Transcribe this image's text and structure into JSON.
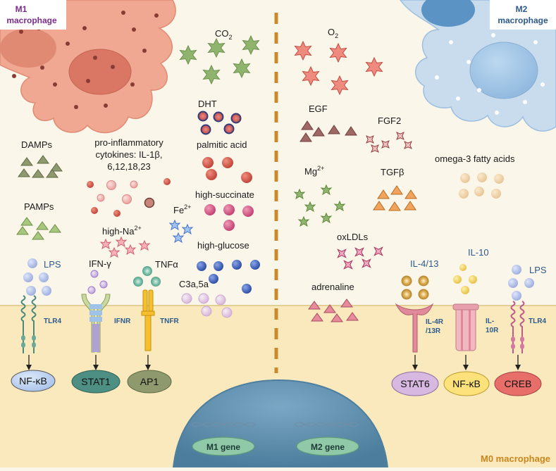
{
  "corner": {
    "m1": [
      "M1",
      "macrophage"
    ],
    "m2": [
      "M2",
      "macrophage"
    ],
    "m0": "M0 macrophage"
  },
  "left": {
    "damps": "DAMPs",
    "pamps": "PAMPs",
    "cytokines": [
      "pro-inflammatory",
      "cytokines: IL-1β,",
      "6,12,18,23"
    ],
    "high_na": "high-Na",
    "high_na_sup": "2+",
    "co2": "CO",
    "co2_sub": "2",
    "dht": "DHT",
    "palmitic": "palmitic acid",
    "succinate": "high-succinate",
    "fe": "Fe",
    "fe_sup": "2+",
    "glucose": "high-glucose",
    "c3a": "C3a,5a",
    "lps": "LPS",
    "ifng": "IFN-γ",
    "tnfa": "TNFα",
    "tlr4": "TLR4",
    "ifnr": "IFNR",
    "tnfr": "TNFR",
    "nfkb": "NF-κB",
    "stat1": "STAT1",
    "ap1": "AP1"
  },
  "right": {
    "o2": "O",
    "o2_sub": "2",
    "egf": "EGF",
    "fgf2": "FGF2",
    "omega3": "omega-3 fatty acids",
    "mg": "Mg",
    "mg_sup": "2+",
    "tgfb": "TGFβ",
    "oxldl": "oxLDLs",
    "adrenaline": "adrenaline",
    "il413": "IL-4/13",
    "il10": "IL-10",
    "lps": "LPS",
    "il4r": [
      "IL-4R",
      "/13R"
    ],
    "il10r": [
      "IL-",
      "10R"
    ],
    "tlr4": "TLR4",
    "stat6": "STAT6",
    "nfkb": "NF-κB",
    "creb": "CREB"
  },
  "nucleus": {
    "m1_gene": "M1 gene",
    "m2_gene": "M2 gene"
  },
  "colors": {
    "background": "#fbf6ea",
    "membrane": "#fae9bd",
    "nucleus": "#5e8fae",
    "m1_cell": "#f0a893",
    "m2_cell": "#c8dcee",
    "divider": "#c88a2a",
    "green_shape": "#8fb46e",
    "red_shape": "#ee8a7e",
    "brown_triangle": "#a06864",
    "orange_triangle": "#f0a45e",
    "pink_triangle": "#e68a9c",
    "blue_text": "#2c5a8c",
    "m1_text": "#7a2c8c",
    "m0_text": "#c8861e"
  }
}
